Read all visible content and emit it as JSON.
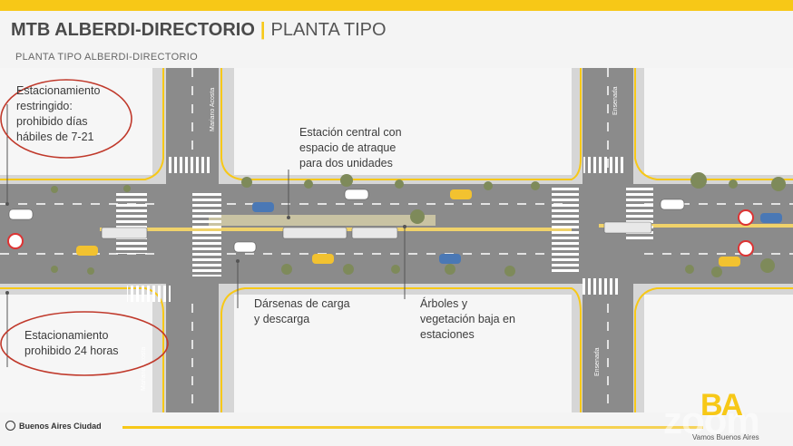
{
  "slide": {
    "title_bold": "MTB ALBERDI-DIRECTORIO",
    "title_light": "PLANTA TIPO",
    "subtitle": "PLANTA TIPO ALBERDI-DIRECTORIO"
  },
  "annotations": {
    "parking_restricted": [
      "Estacionamiento",
      "restringido:",
      "prohibido días",
      "hábiles de 7-21"
    ],
    "central_station": [
      "Estación central con",
      "espacio de atraque",
      "para dos unidades"
    ],
    "loading_docks": [
      "Dársenas de carga",
      "y descarga"
    ],
    "trees": [
      "Árboles y",
      "vegetación baja en",
      "estaciones"
    ],
    "parking_prohibited": [
      "Estacionamiento",
      "prohibido 24 horas"
    ]
  },
  "streets": {
    "left": "Mariano Acosta",
    "right": "Ensenada"
  },
  "footer": {
    "brand": "Buenos Aires Ciudad",
    "logo": "BA",
    "tagline": "Vamos Buenos Aires",
    "watermark": "zoom"
  },
  "colors": {
    "accent": "#f7c817",
    "road": "#8c8c8c",
    "sidewalk": "#d9d9d9",
    "circle": "#c0392b"
  }
}
